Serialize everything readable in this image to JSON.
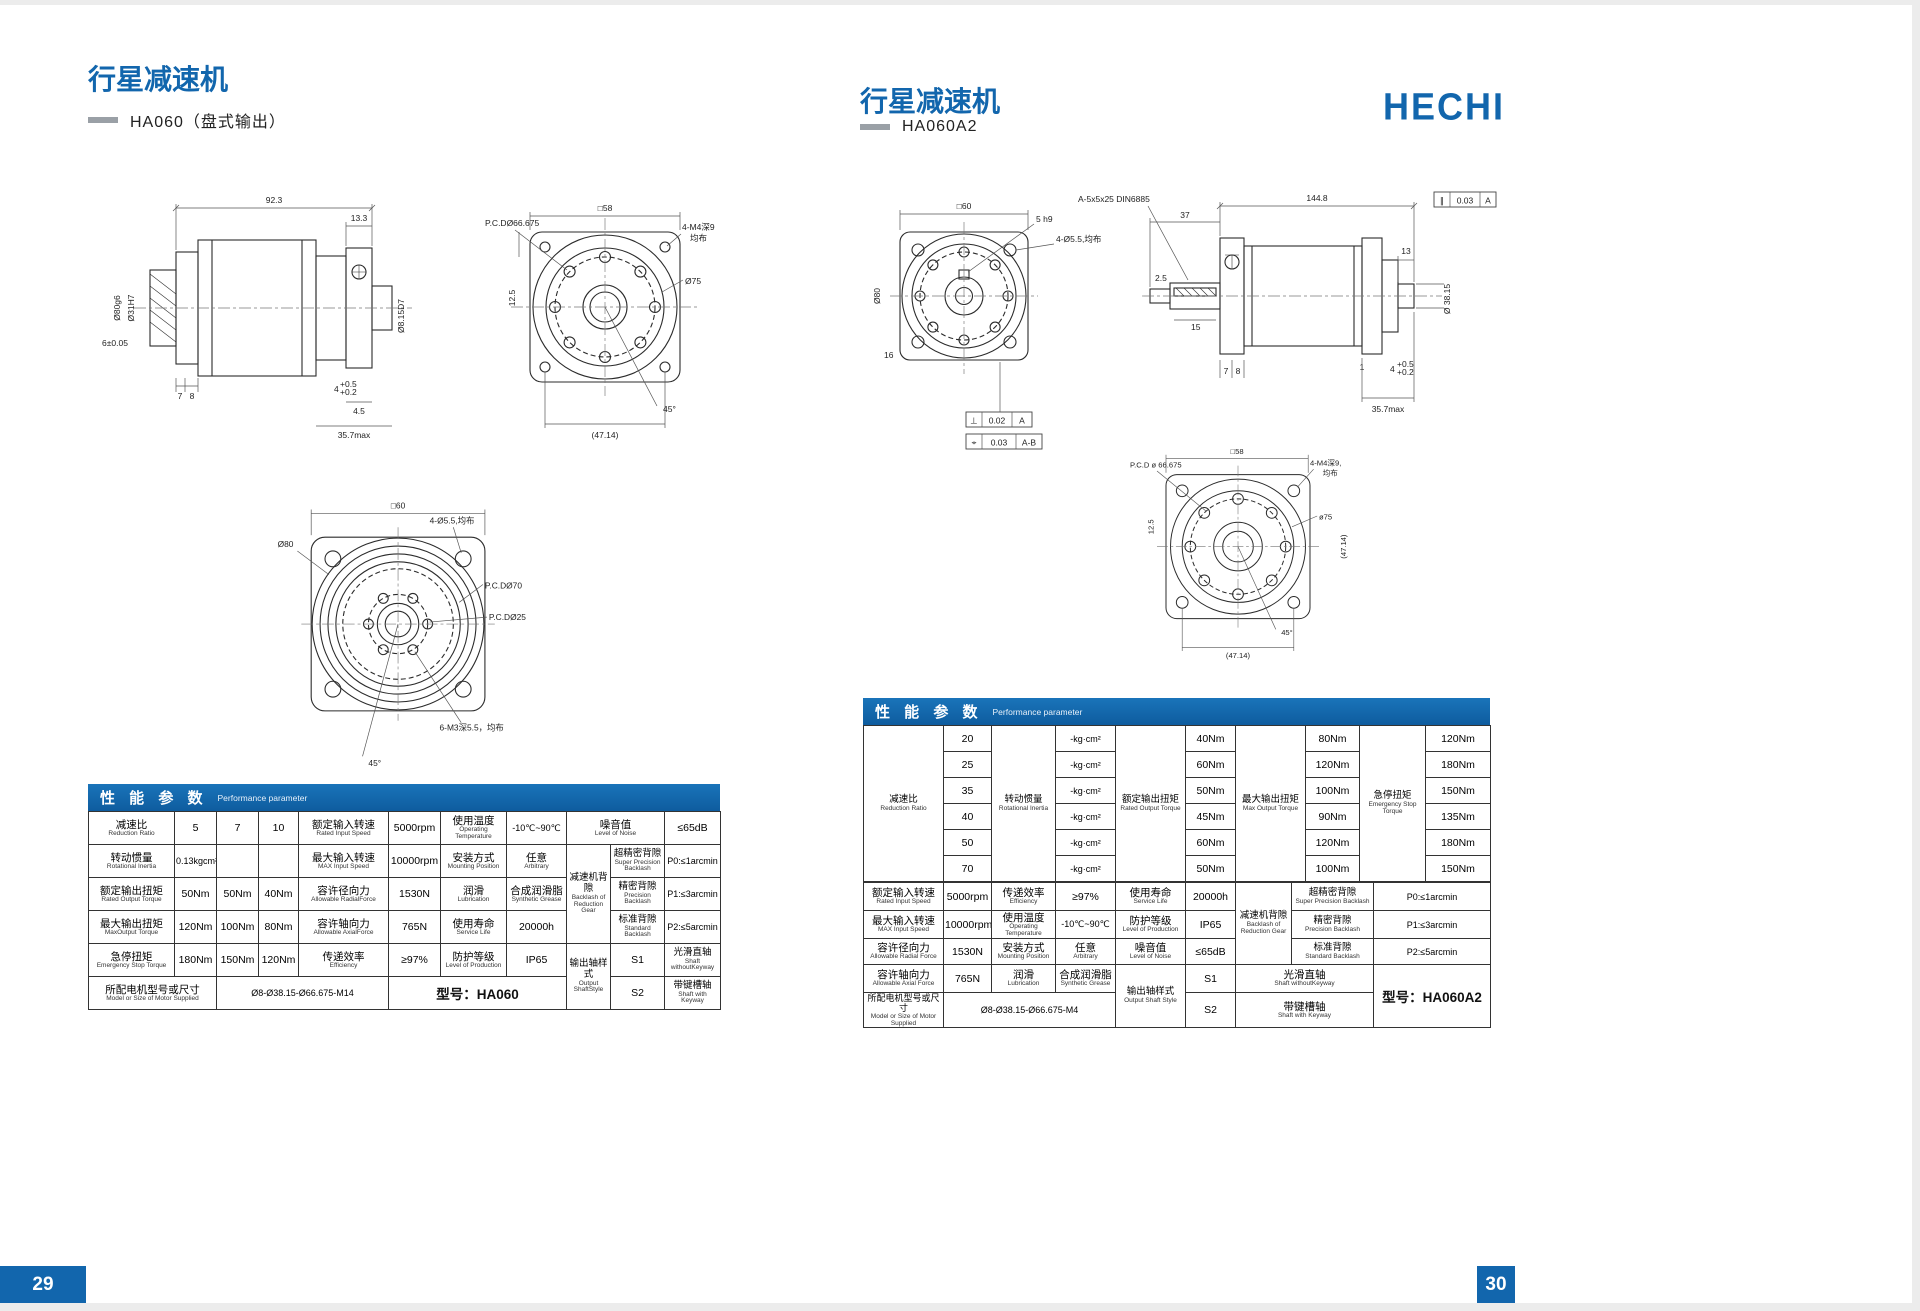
{
  "colors": {
    "accent": "#1266ad"
  },
  "left": {
    "title": "行星减速机",
    "subtitle": "HA060（盘式输出）",
    "page_no": "29",
    "side": {
      "d923": "92.3",
      "d133": "13.3",
      "d80": "Ø80g6",
      "d31": "Ø31H7",
      "d6": "6±0.05",
      "d815": "Ø8.15D7",
      "n7": "7",
      "n8": "8",
      "n45": "4.5",
      "n4": "4",
      "n4t": "+0.5",
      "n4b": "+0.2",
      "nmax": "35.7max"
    },
    "front": {
      "sq": "□58",
      "m4": "4-M4深9",
      "m4b": "均布",
      "pcd": "P.C.DØ66.675",
      "d75": "Ø75",
      "d125": "12.5",
      "deg": "45°",
      "w": "(47.14)"
    },
    "disc": {
      "sq": "□60",
      "d80": "Ø80",
      "holes": "4-Ø5.5,均布",
      "pcd70": "P.C.DØ70",
      "pcd25": "P.C.DØ25",
      "m3": "6-M3深5.5，均布",
      "deg": "45°"
    },
    "tbl": {
      "hz": "性 能 参 数",
      "he": "Performance parameter",
      "rows": [
        [
          {
            "z": "减速比",
            "e": "Reduction Ratio"
          },
          {
            "t": "5"
          },
          {
            "t": "7"
          },
          {
            "t": "10"
          },
          {
            "z": "额定输入转速",
            "e": "Rated Input Speed"
          },
          {
            "t": "5000rpm"
          },
          {
            "z": "使用温度",
            "e": "Operating Temperature"
          },
          {
            "t": "-10℃~90℃"
          },
          {
            "z": "噪音值",
            "e": "Level of Noise"
          },
          {
            "t": "≤65dB"
          }
        ],
        [
          {
            "z": "转动惯量",
            "e": "Rotational Inertia"
          },
          {
            "t": "0.13kgcm²"
          },
          {
            "t": ""
          },
          {
            "t": ""
          },
          {
            "z": "最大输入转速",
            "e": "MAX Input Speed"
          },
          {
            "t": "10000rpm"
          },
          {
            "z": "安装方式",
            "e": "Mounting Position"
          },
          {
            "z": "任意",
            "e": "Arbitrary"
          },
          {
            "z": "减速机背隙",
            "e": "Backlash of Reduction Gear"
          },
          {
            "z": "超精密背隙",
            "e": "Super Precision Backlash"
          },
          {
            "t": "P0:≤1arcmin"
          }
        ],
        [
          {
            "z": "额定输出扭矩",
            "e": "Rated Output Torque"
          },
          {
            "t": "50Nm"
          },
          {
            "t": "50Nm"
          },
          {
            "t": "40Nm"
          },
          {
            "z": "容许径向力",
            "e": "Allowable RadialForce"
          },
          {
            "t": "1530N"
          },
          {
            "z": "润滑",
            "e": "Lubrication"
          },
          {
            "z": "合成润滑脂",
            "e": "Synthetic Grease"
          },
          {
            "z": "精密背隙",
            "e": "Precision Backlash"
          },
          {
            "t": "P1:≤3arcmin"
          }
        ],
        [
          {
            "z": "最大输出扭矩",
            "e": "MaxOutput Torque"
          },
          {
            "t": "120Nm"
          },
          {
            "t": "100Nm"
          },
          {
            "t": "80Nm"
          },
          {
            "z": "容许轴向力",
            "e": "Allowable AxialForce"
          },
          {
            "t": "765N"
          },
          {
            "z": "使用寿命",
            "e": "Service Life"
          },
          {
            "t": "20000h"
          },
          {
            "z": "标准背隙",
            "e": "Standard Backlash"
          },
          {
            "t": "P2:≤5arcmin"
          }
        ],
        [
          {
            "z": "急停扭矩",
            "e": "Emergency Stop Torque"
          },
          {
            "t": "180Nm"
          },
          {
            "t": "150Nm"
          },
          {
            "t": "120Nm"
          },
          {
            "z": "传递效率",
            "e": "Efficiency"
          },
          {
            "t": "≥97%"
          },
          {
            "z": "防护等级",
            "e": "Level of Production"
          },
          {
            "t": "IP65"
          },
          {
            "z": "输出轴样式",
            "e": "Output ShaftStyle"
          },
          {
            "t": "S1"
          },
          {
            "z": "光滑直轴",
            "e": "Shaft withoutKeyway"
          }
        ],
        [
          {
            "z": "所配电机型号或尺寸",
            "e": "Model or Size of Motor Supplied"
          },
          {
            "t": "Ø8-Ø38.15-Ø66.675-M14"
          },
          {
            "t": "型号：HA060"
          },
          {
            "t": "S2"
          },
          {
            "z": "带键槽轴",
            "e": "Shaft with Keyway"
          }
        ]
      ]
    }
  },
  "right": {
    "title": "行星减速机",
    "subtitle": "HA060A2",
    "logo": "HECHI",
    "page_no": "30",
    "dw": {
      "sq60": "□60",
      "d80": "Ø80",
      "n16": "16",
      "key": "5 h9",
      "din": "A-5x5x25 DIN6885",
      "holes": "4-Ø5.5,均布",
      "d1448": "144.8",
      "n37": "37",
      "n13": "13",
      "n25": "2.5",
      "n15": "15",
      "d3815": "Ø 38.15",
      "n1": "1",
      "n7": "7",
      "n8": "8",
      "n4": "4",
      "n4t": "+0.5",
      "n4b": "+0.2",
      "nmax": "35.7max",
      "f1s": "⊥",
      "f1v": "0.02",
      "f1d": "A",
      "f2s": "⌖",
      "f2v": "0.03",
      "f2d": "A-B",
      "f3s": "∥",
      "f3v": "0.03",
      "f3d": "A"
    },
    "flange": {
      "sq": "□58",
      "pcd": "P.C.D ø 66.675",
      "m4": "4-M4深9,",
      "m4b": "均布",
      "d75": "ø75",
      "d125": "12.5",
      "w": "(47.14)",
      "deg": "45°"
    },
    "tbl": {
      "hz": "性 能 参 数",
      "he": "Performance parameter",
      "groups": [
        {
          "z": "减速比",
          "e": "Reduction Ratio"
        },
        {
          "z": "转动惯量",
          "e": "Rotational Inertia"
        },
        {
          "z": "额定输出扭矩",
          "e": "Rated Output Torque"
        },
        {
          "z": "最大输出扭矩",
          "e": "Max Output Torque"
        },
        {
          "z": "急停扭矩",
          "e": "Emergency Stop Torque"
        }
      ],
      "ratio_rows": [
        [
          "20",
          "-kg·cm²",
          "40Nm",
          "80Nm",
          "120Nm"
        ],
        [
          "25",
          "-kg·cm²",
          "60Nm",
          "120Nm",
          "180Nm"
        ],
        [
          "35",
          "-kg·cm²",
          "50Nm",
          "100Nm",
          "150Nm"
        ],
        [
          "40",
          "-kg·cm²",
          "45Nm",
          "90Nm",
          "135Nm"
        ],
        [
          "50",
          "-kg·cm²",
          "60Nm",
          "120Nm",
          "180Nm"
        ],
        [
          "70",
          "-kg·cm²",
          "50Nm",
          "100Nm",
          "150Nm"
        ]
      ],
      "rows": [
        [
          {
            "z": "额定输入转速",
            "e": "Rated Input Speed"
          },
          {
            "t": "5000rpm"
          },
          {
            "z": "传递效率",
            "e": "Efficiency"
          },
          {
            "t": "≥97%"
          },
          {
            "z": "使用寿命",
            "e": "Service Life"
          },
          {
            "t": "20000h"
          },
          {
            "z": "减速机背隙",
            "e": "Backlash of Reduction Gear"
          },
          {
            "z": "超精密背隙",
            "e": "Super Precision Backlash"
          },
          {
            "t": "P0:≤1arcmin"
          }
        ],
        [
          {
            "z": "最大输入转速",
            "e": "MAX Input Speed"
          },
          {
            "t": "10000rpm"
          },
          {
            "z": "使用温度",
            "e": "Operating Temperature"
          },
          {
            "t": "-10℃~90℃"
          },
          {
            "z": "防护等级",
            "e": "Level of Production"
          },
          {
            "t": "IP65"
          },
          {
            "z": "精密背隙",
            "e": "Precision Backlash"
          },
          {
            "t": "P1:≤3arcmin"
          }
        ],
        [
          {
            "z": "容许径向力",
            "e": "Allowable Radial Force"
          },
          {
            "t": "1530N"
          },
          {
            "z": "安装方式",
            "e": "Mounting Position"
          },
          {
            "z": "任意",
            "e": "Arbitrary"
          },
          {
            "z": "噪音值",
            "e": "Level of Noise"
          },
          {
            "t": "≤65dB"
          },
          {
            "z": "标准背隙",
            "e": "Standard Backlash"
          },
          {
            "t": "P2:≤5arcmin"
          }
        ],
        [
          {
            "z": "容许轴向力",
            "e": "Allowable Axial Force"
          },
          {
            "t": "765N"
          },
          {
            "z": "润滑",
            "e": "Lubrication"
          },
          {
            "z": "合成润滑脂",
            "e": "Synthetic Grease"
          },
          {
            "z": "输出轴样式",
            "e": "Output Shaft Style"
          },
          {
            "t": "S1"
          },
          {
            "z": "光滑直轴",
            "e": "Shaft withoutKeyway"
          },
          {
            "t": "型号：HA060A2"
          }
        ],
        [
          {
            "z": "所配电机型号或尺寸",
            "e": "Model or Size of Motor Supplied"
          },
          {
            "t": "Ø8-Ø38.15-Ø66.675-M4"
          },
          {
            "t": "S2"
          },
          {
            "z": "带键槽轴",
            "e": "Shaft with Keyway"
          }
        ]
      ]
    }
  }
}
